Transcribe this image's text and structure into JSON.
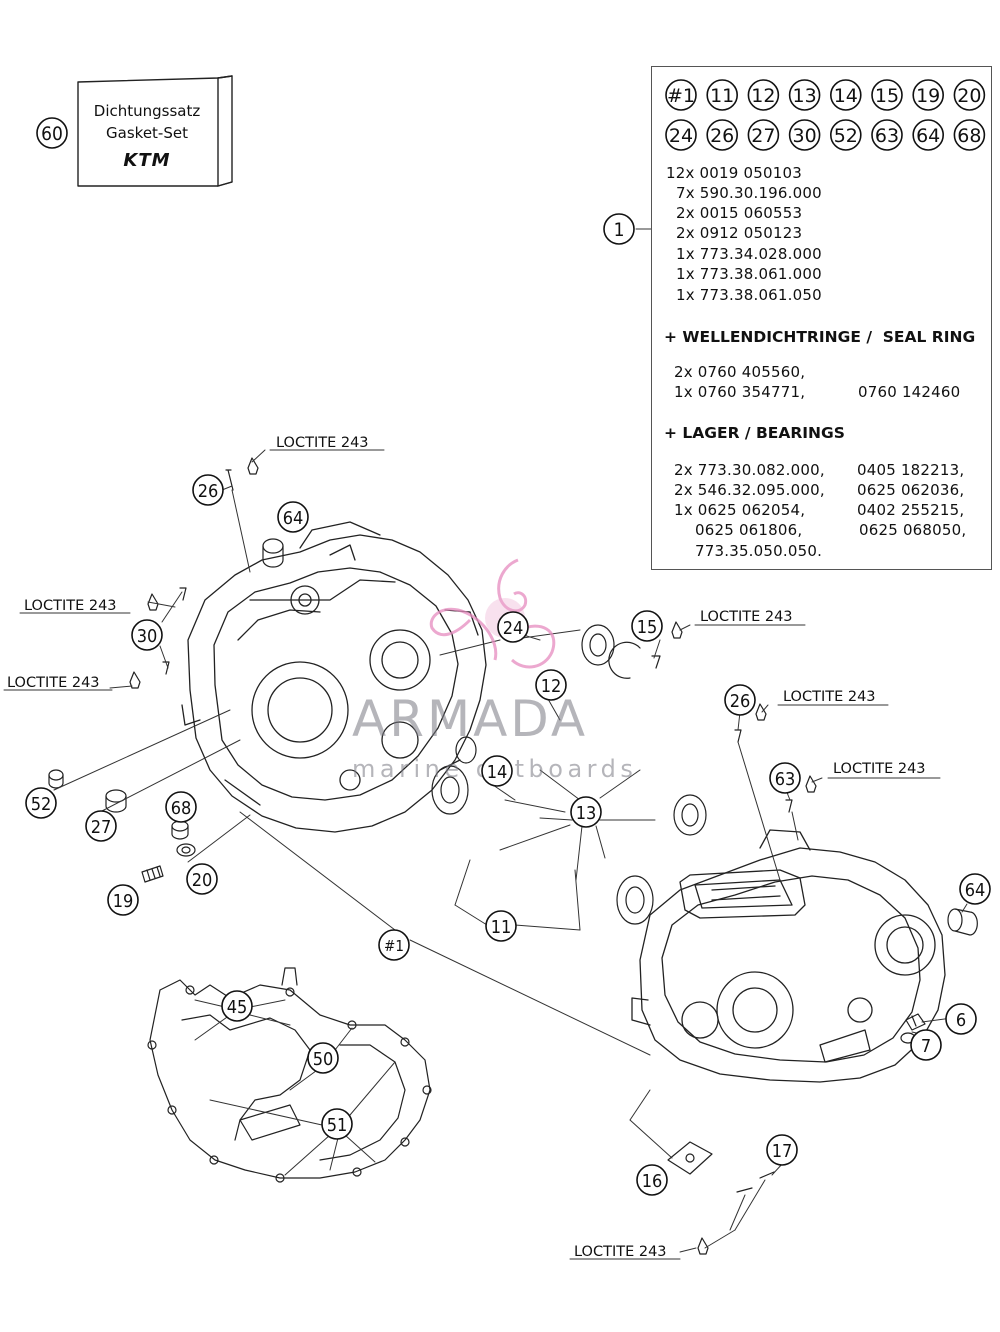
{
  "gasket_set": {
    "number": "60",
    "line1": "Dichtungssatz",
    "line2": "Gasket-Set",
    "brand": "KTM"
  },
  "parts_box": {
    "item_number": "1",
    "refs_row1": [
      "#1",
      "11",
      "12",
      "13",
      "14",
      "15",
      "19",
      "20"
    ],
    "refs_row2": [
      "24",
      "26",
      "27",
      "30",
      "52",
      "63",
      "64",
      "68"
    ],
    "parts": [
      "12x 0019 050103",
      "7x 590.30.196.000",
      "2x 0015 060553",
      "2x 0912 050123",
      "1x 773.34.028.000",
      "1x 773.38.061.000",
      "1x 773.38.061.050"
    ],
    "seal_heading": "+ WELLENDICHTRINGE /  SEAL RING",
    "seal_rows": [
      {
        "left": "2x 0760 405560,",
        "right": ""
      },
      {
        "left": "1x 0760 354771,",
        "right": "0760 142460"
      }
    ],
    "bearing_heading": "+ LAGER / BEARINGS",
    "bearing_rows": [
      {
        "left": "2x 773.30.082.000,",
        "right": "0405 182213,"
      },
      {
        "left": "2x 546.32.095.000,",
        "right": "0625 062036,"
      },
      {
        "left": "1x 0625 062054,",
        "right": "0402 255215,"
      },
      {
        "left": "0625 061806,",
        "right": "0625 068050,"
      },
      {
        "left": "773.35.050.050.",
        "right": ""
      }
    ]
  },
  "loctite_label": "LOCTITE 243",
  "callouts": {
    "c26a": "26",
    "c64a": "64",
    "c30": "30",
    "c24": "24",
    "c15": "15",
    "c12": "12",
    "c14": "14",
    "c13": "13",
    "c11": "11",
    "c1b": "#1",
    "c52": "52",
    "c27": "27",
    "c68": "68",
    "c20": "20",
    "c19": "19",
    "c26b": "26",
    "c63": "63",
    "c64b": "64",
    "c6": "6",
    "c7": "7",
    "c45": "45",
    "c50": "50",
    "c51": "51",
    "c16": "16",
    "c17": "17"
  },
  "watermark": {
    "main": "ARMADA",
    "sub": "marine outboards"
  }
}
